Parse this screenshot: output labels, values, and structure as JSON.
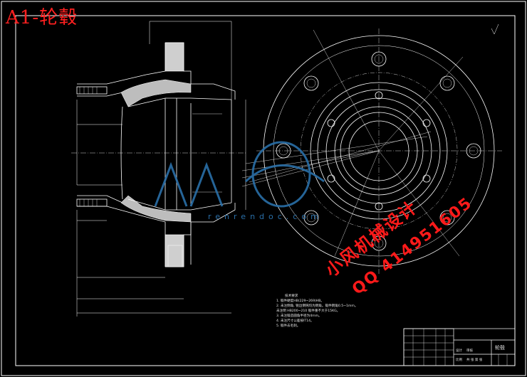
{
  "drawing": {
    "title": "A1-轮毂",
    "part_name": "轮毂"
  },
  "notes": {
    "heading": "技术要求",
    "items": [
      "1. 锻件硬度HB(229~269)HB。",
      "2. 未注倒角, 锐边倒钝均为倒角。锻件倒角0.5~1mm。",
      "   未注明 HB200~210 锻件重不大于15KG。",
      "3. 未注锻造圆角半径为4mm。",
      "4. 未注尺寸公差按IT14。",
      "5. 锻件去毛刺。"
    ]
  },
  "watermarks": {
    "red_line1": "小风机械设计",
    "red_line2": "QQ 414951605",
    "blue_text": "renrendoc.com"
  },
  "title_block": {
    "designer_label": "设计",
    "check_label": "审核",
    "scale_label": "比例",
    "sheet_label": "共 张 第 张"
  },
  "colors": {
    "line": "#ffffff",
    "title": "#ff2020",
    "watermark_red": "#ff1a1a",
    "watermark_blue": "#2a6fa8"
  }
}
